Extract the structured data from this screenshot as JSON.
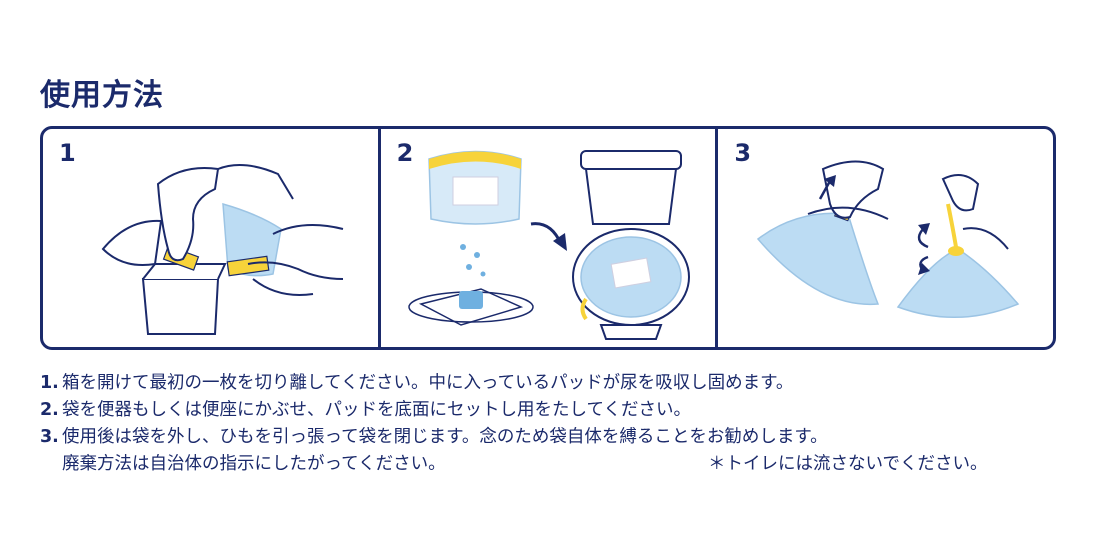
{
  "title": "使用方法",
  "panels": [
    {
      "step": "1"
    },
    {
      "step": "2"
    },
    {
      "step": "3"
    }
  ],
  "instructions": [
    {
      "num": "1.",
      "text": "箱を開けて最初の一枚を切り離してください。中に入っているパッドが尿を吸収し固めます。"
    },
    {
      "num": "2.",
      "text": "袋を便器もしくは便座にかぶせ、パッドを底面にセットし用をたしてください。"
    },
    {
      "num": "3.",
      "text": "使用後は袋を外し、ひもを引っ張って袋を閉じます。念のため袋自体を縛ることをお勧めします。"
    }
  ],
  "continuation": "廃棄方法は自治体の指示にしたがってください。",
  "note": "＊トイレには流さないでください。",
  "colors": {
    "navy": "#1b2a6b",
    "bag_blue": "#bcdcf3",
    "yellow": "#f7d33a"
  }
}
